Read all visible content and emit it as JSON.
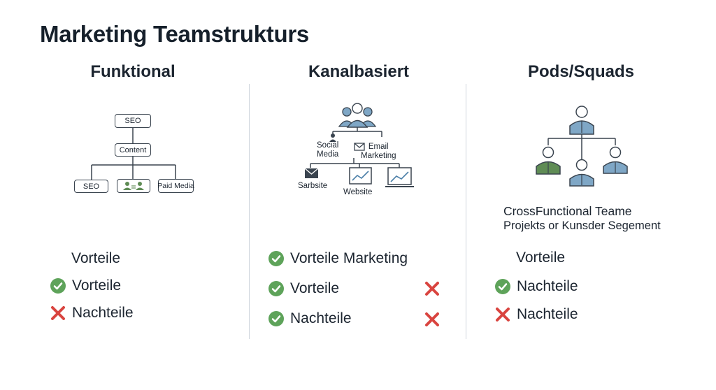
{
  "title": "Marketing Teamstrukturs",
  "colors": {
    "check": "#5ea35a",
    "cross": "#d9443f",
    "person_blue": "#7fa7c6",
    "person_green": "#5f8c55"
  },
  "columns": [
    {
      "heading": "Funktional",
      "diagram": {
        "top_box": "SEO",
        "mid_box": "Content",
        "bottom_boxes": [
          "SEO",
          "",
          "Paid Media"
        ],
        "icon": "people-icon"
      },
      "items": [
        {
          "text": "Vorteile",
          "icon": ""
        },
        {
          "text": "Vorteile",
          "icon": "check-icon"
        },
        {
          "text": "Nachteile",
          "icon": "cross-icon"
        }
      ]
    },
    {
      "heading": "Kanalbasiert",
      "diagram": {
        "social": "Social\nMedia",
        "email": "Email\nMarketing",
        "left": "Sarbsite",
        "mid": "Website"
      },
      "items": [
        {
          "text": "Vorteile Marketing",
          "icon": "check-icon"
        },
        {
          "text": "Vorteile",
          "icon": "check-icon",
          "right_icon": "cross-icon"
        },
        {
          "text": "Nachteile",
          "icon": "check-icon",
          "right_icon": "cross-icon"
        }
      ]
    },
    {
      "heading": "Pods/Squads",
      "subtext": [
        "CrossFunctional Teame",
        "Projekts or Kunsder Segement"
      ],
      "items": [
        {
          "text": "Vorteile",
          "icon": ""
        },
        {
          "text": "Nachteile",
          "icon": "check-icon"
        },
        {
          "text": "Nachteile",
          "icon": "cross-icon"
        }
      ]
    }
  ]
}
